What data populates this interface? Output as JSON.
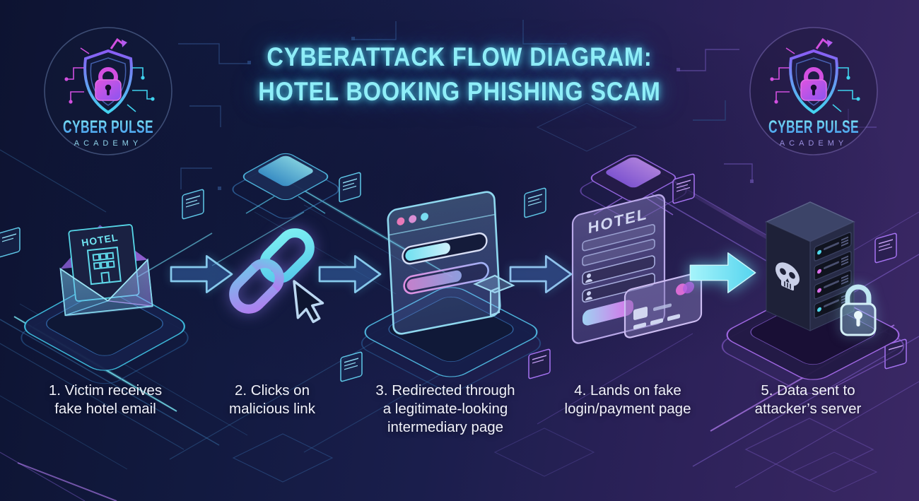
{
  "title": {
    "line1": "CYBERATTACK FLOW DIAGRAM:",
    "line2": "HOTEL BOOKING PHISHING SCAM"
  },
  "logo": {
    "name": "CYBER PULSE",
    "subtitle": "ACADEMY"
  },
  "steps": [
    {
      "num": "1",
      "icon": "hotel-email-envelope-icon",
      "icon_label": "HOTEL",
      "caption": "1. Victim receives fake hotel email",
      "caption_lines": [
        "1. Victim receives",
        "fake hotel email"
      ]
    },
    {
      "num": "2",
      "icon": "malicious-link-chain-icon",
      "caption": "2. Clicks on malicious link",
      "caption_lines": [
        "2. Clicks on",
        "malicious link"
      ]
    },
    {
      "num": "3",
      "icon": "browser-redirect-icon",
      "caption": "3. Redirected through a legitimate-looking intermediary page",
      "caption_lines": [
        "3. Redirected through",
        "a legitimate-looking",
        "intermediary page"
      ]
    },
    {
      "num": "4",
      "icon": "fake-login-payment-icon",
      "icon_label": "HOTEL",
      "caption": "4. Lands on fake login/payment page",
      "caption_lines": [
        "4. Lands on fake",
        "login/payment page"
      ]
    },
    {
      "num": "5",
      "icon": "attacker-server-icon",
      "caption": "5. Data sent to attacker’s server",
      "caption_lines": [
        "5. Data sent to",
        "attacker’s server"
      ]
    }
  ],
  "arrows": [
    {
      "style": "outline"
    },
    {
      "style": "outline"
    },
    {
      "style": "outline"
    },
    {
      "style": "solid"
    }
  ],
  "colors": {
    "accent_cyan": "#6fe7f5",
    "accent_purple": "#a06bf0",
    "accent_magenta": "#e06fd8",
    "title_glow": "#8eeef7",
    "bg_navy": "#10173a",
    "bg_purple": "#3a2a63",
    "caption_text": "#f0f1fa"
  }
}
